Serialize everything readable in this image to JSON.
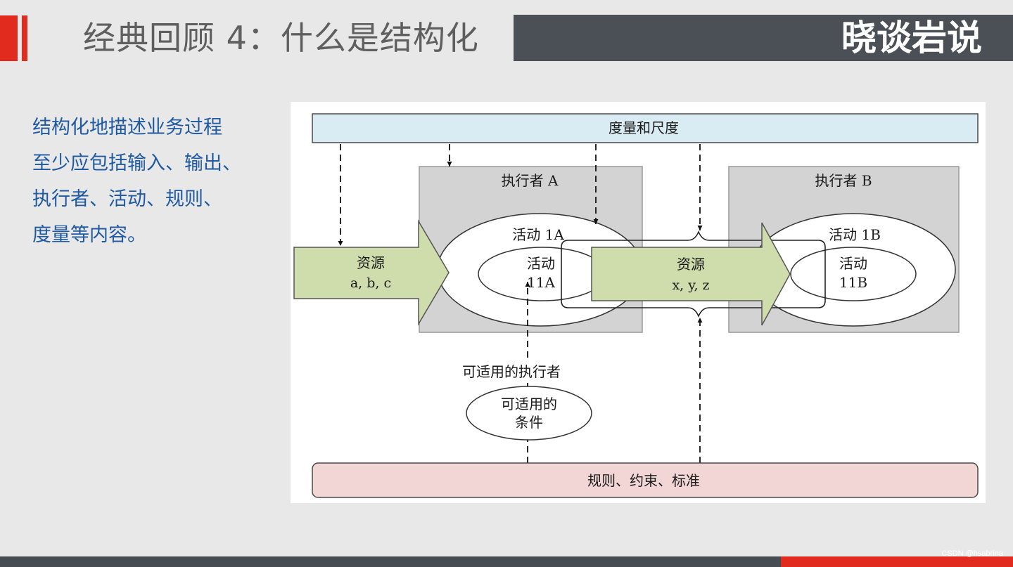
{
  "header": {
    "title": "经典回顾 4：什么是结构化",
    "brand": "晓谈岩说"
  },
  "description": {
    "lines": [
      "结构化地描述业务过程",
      "至少应包括输入、输出、",
      "执行者、活动、规则、",
      "度量等内容。"
    ]
  },
  "diagram": {
    "top_bar": "度量和尺度",
    "bottom_bar": "规则、约束、标准",
    "performer_a": "执行者 A",
    "performer_b": "执行者 B",
    "activity_1a": "活动 1A",
    "activity_11a": [
      "活动",
      "11A"
    ],
    "activity_1b": "活动 1B",
    "activity_11b": [
      "活动",
      "11B"
    ],
    "resource_in": [
      "资源",
      "a, b, c"
    ],
    "resource_mid": [
      "资源",
      "x, y, z"
    ],
    "applicable_performer": "可适用的执行者",
    "conditions": [
      "可适用的",
      "条件"
    ]
  },
  "footer": {
    "watermark": "CSDN @hsabrina"
  },
  "colors": {
    "accent": "#e12b1f",
    "banner": "#4a5055",
    "title_text": "#5f5f5f",
    "desc_text": "#1f5aa0",
    "top_bar_fill": "#daecf3",
    "bottom_bar_fill": "#f2d5d5",
    "performer_box_fill": "#d3d3d3",
    "resource_arrow_fill": "#cfdcab"
  }
}
